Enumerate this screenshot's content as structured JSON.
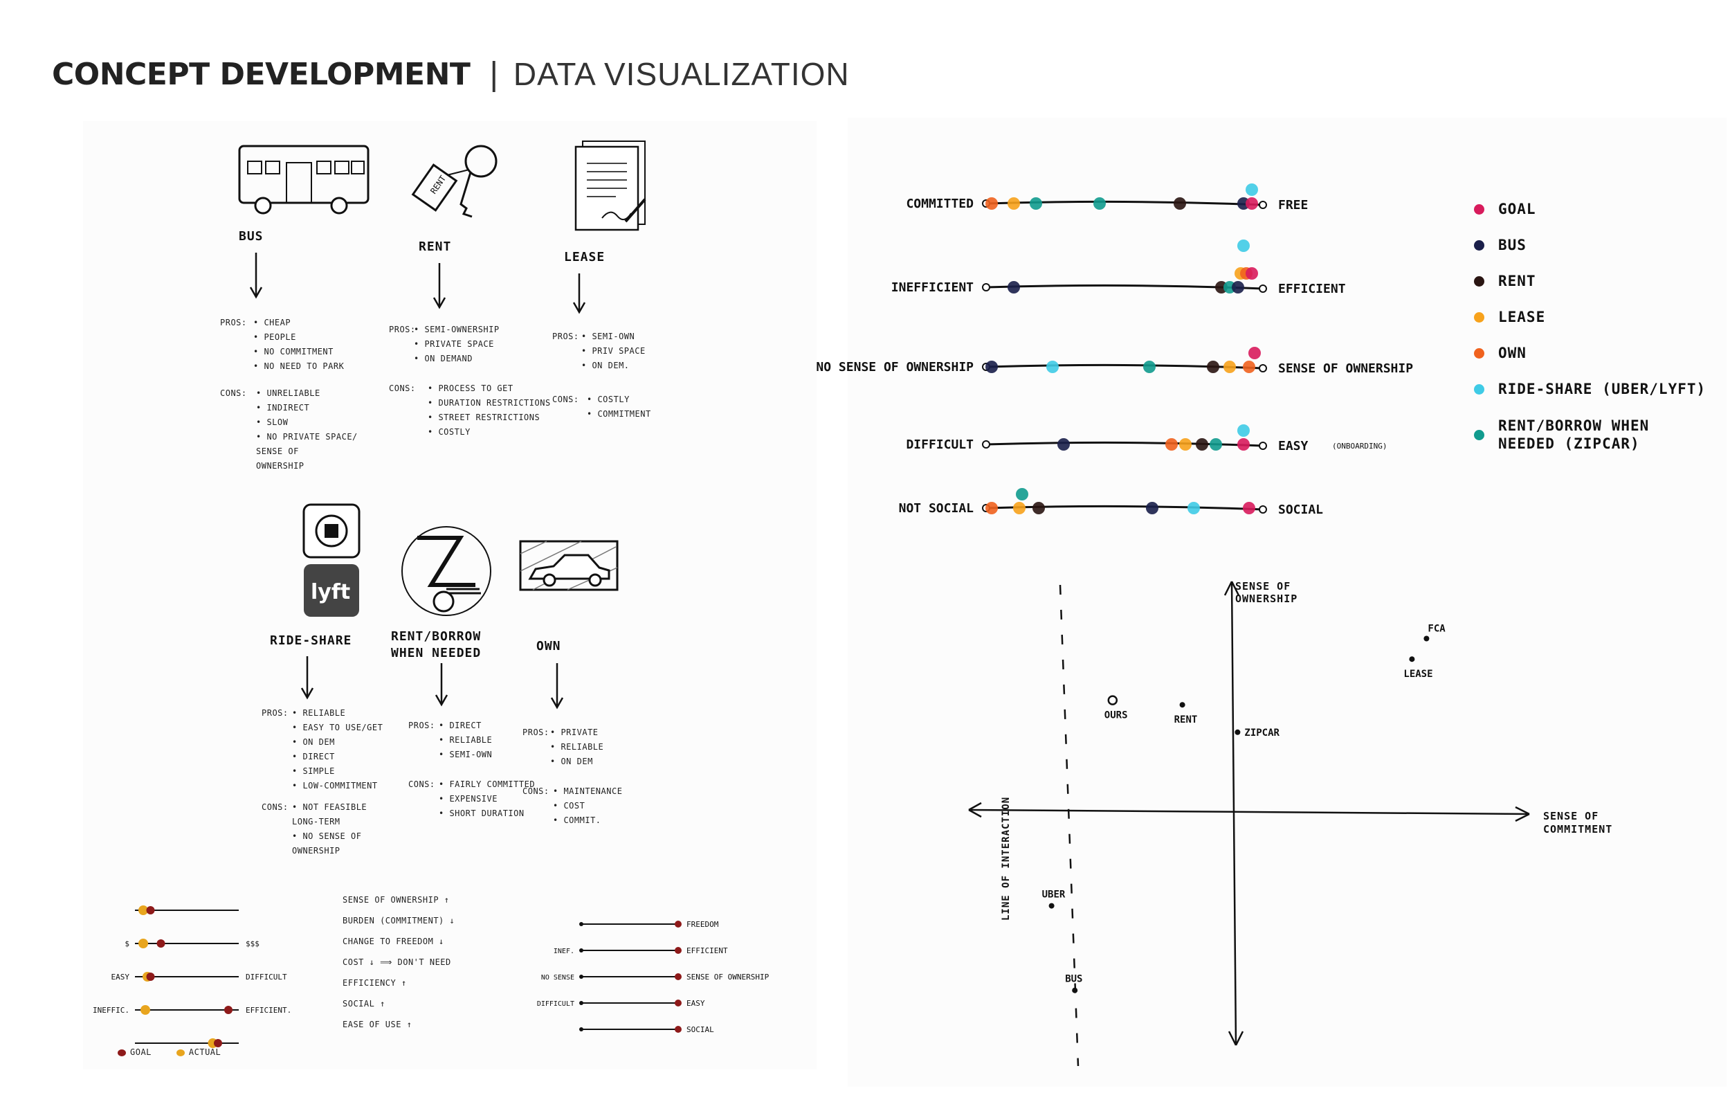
{
  "header": {
    "title": "CONCEPT DEVELOPMENT",
    "separator": "|",
    "subtitle": "DATA VISUALIZATION"
  },
  "modes_top": [
    {
      "name": "BUS",
      "icon": "bus-icon",
      "pros_label": "PROS:",
      "pros": [
        "• CHEAP",
        "• PEOPLE",
        "• NO COMMITMENT",
        "• NO NEED TO PARK"
      ],
      "cons_label": "CONS:",
      "cons": [
        "• UNRELIABLE",
        "• INDIRECT",
        "• SLOW",
        "• NO PRIVATE SPACE/",
        "  SENSE OF",
        "  OWNERSHIP"
      ]
    },
    {
      "name": "RENT",
      "icon": "rent-key-icon",
      "tag": "RENT",
      "pros_label": "PROS:",
      "pros": [
        "• SEMI-OWNERSHIP",
        "• PRIVATE SPACE",
        "• ON DEMAND"
      ],
      "cons_label": "CONS:",
      "cons": [
        "• PROCESS TO GET",
        "• DURATION RESTRICTIONS",
        "• STREET RESTRICTIONS",
        "• COSTLY"
      ]
    },
    {
      "name": "LEASE",
      "icon": "lease-document-icon",
      "pros_label": "PROS:",
      "pros": [
        "• SEMI-OWN",
        "• PRIV SPACE",
        "• ON DEM."
      ],
      "cons_label": "CONS:",
      "cons": [
        "• COSTLY",
        "• COMMITMENT"
      ]
    }
  ],
  "modes_bottom": [
    {
      "name": "RIDE-SHARE",
      "icon": "uber-lyft-icon",
      "pros_label": "PROS:",
      "pros": [
        "• RELIABLE",
        "• EASY TO USE/GET",
        "• ON DEM",
        "• DIRECT",
        "• SIMPLE",
        "• LOW-COMMITMENT"
      ],
      "cons_label": "CONS:",
      "cons": [
        "• NOT FEASIBLE",
        "  LONG-TERM",
        "• NO SENSE OF",
        "  OWNERSHIP"
      ]
    },
    {
      "name_line1": "RENT/BORROW",
      "name_line2": "WHEN NEEDED",
      "icon": "zipcar-icon",
      "pros_label": "PROS:",
      "pros": [
        "• DIRECT",
        "• RELIABLE",
        "• SEMI-OWN"
      ],
      "cons_label": "CONS:",
      "cons": [
        "• FAIRLY COMMITTED",
        "• EXPENSIVE",
        "• SHORT DURATION"
      ]
    },
    {
      "name": "OWN",
      "icon": "car-icon",
      "pros_label": "PROS:",
      "pros": [
        "• PRIVATE",
        "• RELIABLE",
        "• ON DEM"
      ],
      "cons_label": "CONS:",
      "cons": [
        "• MAINTENANCE",
        "• COST",
        "• COMMIT."
      ]
    }
  ],
  "sketch_notes": {
    "left_scales": [
      {
        "left": "",
        "right": "",
        "goal": 0.15,
        "actual": 0.08
      },
      {
        "left": "$",
        "right": "$$$",
        "goal": 0.25,
        "actual": 0.08
      },
      {
        "left": "EASY",
        "right": "DIFFICULT",
        "goal": 0.15,
        "actual": 0.12
      },
      {
        "left": "INEFFIC.",
        "right": "EFFICIENT.",
        "goal": 0.9,
        "actual": 0.1
      },
      {
        "left": "",
        "right": "",
        "goal": 0.8,
        "actual": 0.75
      }
    ],
    "legend_goal": "GOAL",
    "legend_actual": "ACTUAL",
    "middle": [
      "SENSE OF OWNERSHIP ↑",
      "BURDEN (COMMITMENT) ↓",
      "CHANGE TO FREEDOM ↓",
      "COST ↓ ⟹ DON'T NEED",
      "EFFICIENCY ↑",
      "SOCIAL ↑",
      "EASE OF USE ↑"
    ],
    "right_scales": [
      {
        "left": "",
        "right": "FREEDOM"
      },
      {
        "left": "INEF.",
        "right": "EFFICIENT"
      },
      {
        "left": "NO SENSE",
        "right": "SENSE OF OWNERSHIP"
      },
      {
        "left": "DIFFICULT",
        "right": "EASY"
      },
      {
        "left": "",
        "right": "SOCIAL"
      }
    ]
  },
  "scales": [
    {
      "left": "COMMITTED",
      "right": "FREE",
      "dots": [
        {
          "k": "own",
          "v": 0.02
        },
        {
          "k": "lease",
          "v": 0.1
        },
        {
          "k": "zipcar",
          "v": 0.18
        },
        {
          "k": "zipcar",
          "v": 0.41
        },
        {
          "k": "rent",
          "v": 0.7
        },
        {
          "k": "bus",
          "v": 0.93
        },
        {
          "k": "goal",
          "v": 0.96
        },
        {
          "k": "rideshare",
          "v": 0.96
        }
      ]
    },
    {
      "left": "INEFFICIENT",
      "right": "EFFICIENT",
      "dots": [
        {
          "k": "bus",
          "v": 0.1
        },
        {
          "k": "rent",
          "v": 0.85
        },
        {
          "k": "zipcar",
          "v": 0.88
        },
        {
          "k": "bus",
          "v": 0.91
        },
        {
          "k": "lease",
          "v": 0.92
        },
        {
          "k": "own",
          "v": 0.94
        },
        {
          "k": "goal",
          "v": 0.96
        },
        {
          "k": "rideshare",
          "v": 0.93
        }
      ]
    },
    {
      "left": "NO SENSE OF OWNERSHIP",
      "right": "SENSE OF OWNERSHIP",
      "dots": [
        {
          "k": "bus",
          "v": 0.02
        },
        {
          "k": "rideshare",
          "v": 0.24
        },
        {
          "k": "zipcar",
          "v": 0.59
        },
        {
          "k": "rent",
          "v": 0.82
        },
        {
          "k": "lease",
          "v": 0.88
        },
        {
          "k": "own",
          "v": 0.95
        },
        {
          "k": "goal",
          "v": 0.97
        }
      ]
    },
    {
      "left": "DIFFICULT",
      "right": "EASY",
      "right_note": "(ONBOARDING)",
      "dots": [
        {
          "k": "bus",
          "v": 0.28
        },
        {
          "k": "own",
          "v": 0.67
        },
        {
          "k": "lease",
          "v": 0.72
        },
        {
          "k": "rent",
          "v": 0.78
        },
        {
          "k": "zipcar",
          "v": 0.83
        },
        {
          "k": "goal",
          "v": 0.93
        },
        {
          "k": "rideshare",
          "v": 0.93
        }
      ]
    },
    {
      "left": "NOT SOCIAL",
      "right": "SOCIAL",
      "dots": [
        {
          "k": "own",
          "v": 0.02
        },
        {
          "k": "lease",
          "v": 0.12
        },
        {
          "k": "zipcar",
          "v": 0.13
        },
        {
          "k": "rent",
          "v": 0.19
        },
        {
          "k": "bus",
          "v": 0.6
        },
        {
          "k": "rideshare",
          "v": 0.75
        },
        {
          "k": "goal",
          "v": 0.95
        }
      ]
    }
  ],
  "legend": [
    {
      "key": "goal",
      "label": "GOAL",
      "color": "#d81b5c"
    },
    {
      "key": "bus",
      "label": "BUS",
      "color": "#1a1f4a"
    },
    {
      "key": "rent",
      "label": "RENT",
      "color": "#2a1512"
    },
    {
      "key": "lease",
      "label": "LEASE",
      "color": "#f7a21c"
    },
    {
      "key": "own",
      "label": "OWN",
      "color": "#f0621e"
    },
    {
      "key": "rideshare",
      "label": "RIDE-SHARE (UBER/LYFT)",
      "color": "#3fcbe6"
    },
    {
      "key": "zipcar",
      "label_line1": "RENT/BORROW WHEN",
      "label_line2": "NEEDED (ZIPCAR)",
      "color": "#119b8e"
    }
  ],
  "quadrant": {
    "y_axis_label_1": "SENSE OF",
    "y_axis_label_2": "OWNERSHIP",
    "x_axis_label_1": "SENSE OF",
    "x_axis_label_2": "COMMITMENT",
    "line_label": "LINE OF INTERACTION",
    "points": [
      {
        "label": "FCA",
        "x": 0.67,
        "y": 0.75
      },
      {
        "label": "LEASE",
        "x": 0.62,
        "y": 0.66
      },
      {
        "label": "OURS",
        "x": -0.41,
        "y": 0.48,
        "hollow": true
      },
      {
        "label": "RENT",
        "x": -0.17,
        "y": 0.46
      },
      {
        "label": "ZIPCAR",
        "x": 0.02,
        "y": 0.34
      },
      {
        "label": "UBER",
        "x": -0.62,
        "y": -0.42
      },
      {
        "label": "BUS",
        "x": -0.54,
        "y": -0.79
      }
    ]
  }
}
